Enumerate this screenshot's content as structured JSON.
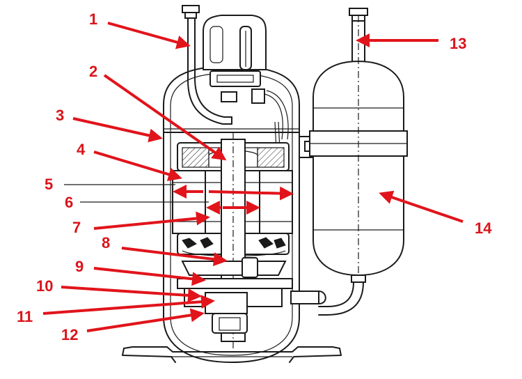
{
  "diagram": {
    "labels": [
      "1",
      "2",
      "3",
      "4",
      "5",
      "6",
      "7",
      "8",
      "9",
      "10",
      "11",
      "12",
      "13",
      "14"
    ],
    "colors": {
      "label": "#d9141b",
      "arrow": "#e1141b",
      "ink": "#1a1a1a"
    }
  }
}
